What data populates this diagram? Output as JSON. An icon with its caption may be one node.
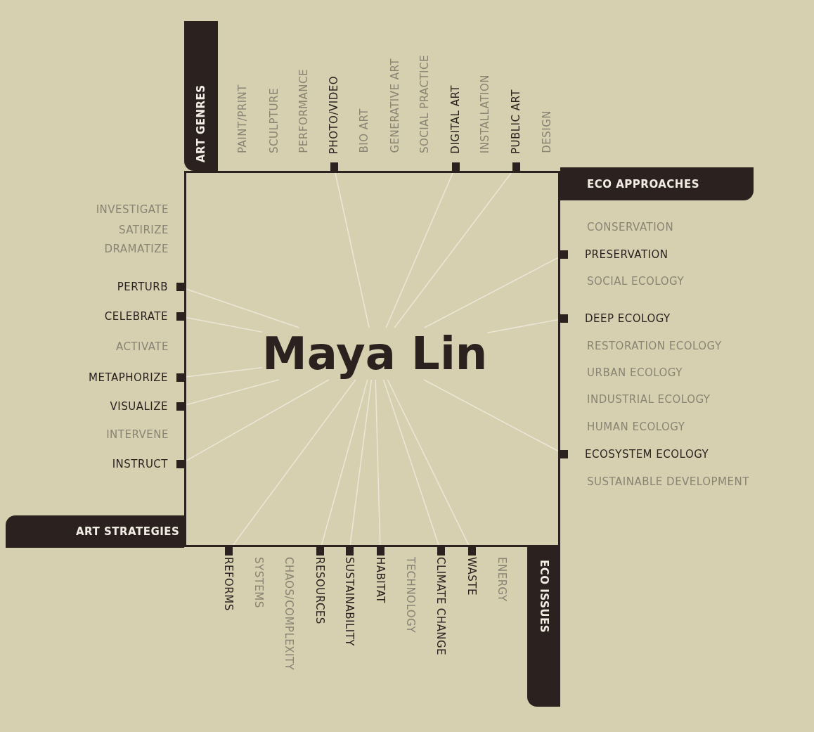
{
  "diagram": {
    "nodes": [
      {
        "text": [
          "Maya Lin"
        ]
      },
      {
        "text": [
          "ART GENRES"
        ]
      },
      {
        "text": [
          "PHOTO/VIDEO"
        ]
      },
      {
        "text": [
          "DIGITAL ART"
        ]
      },
      {
        "text": [
          "PUBLIC ART"
        ]
      },
      {
        "text": [
          "ECO APPROACHES"
        ]
      },
      {
        "text": [
          "PRESERVATION"
        ]
      },
      {
        "text": [
          "DEEP ECOLOGY"
        ]
      },
      {
        "text": [
          "ECOSYSTEM ECOLOGY"
        ]
      },
      {
        "text": [
          "ART STRATEGIES"
        ]
      },
      {
        "text": [
          "PERTURB"
        ]
      },
      {
        "text": [
          "CELEBRATE"
        ]
      },
      {
        "text": [
          "METAPHORIZE"
        ]
      },
      {
        "text": [
          "VISUALIZE"
        ]
      },
      {
        "text": [
          "INSTRUCT"
        ]
      },
      {
        "text": [
          "REFORMS"
        ]
      },
      {
        "text": [
          "RESOURCES"
        ]
      },
      {
        "text": [
          "SUSTAINABILITY"
        ]
      },
      {
        "text": [
          "HABITAT"
        ]
      },
      {
        "text": [
          "CLIMATE CHANGE"
        ]
      },
      {
        "text": [
          "WASTE"
        ]
      },
      {
        "text": [
          "ECO ISSUES"
        ]
      }
    ],
    "edges": [
      {
        "from": 0,
        "to": 2,
        "arrow": "none"
      },
      {
        "from": 0,
        "to": 3,
        "arrow": "none"
      },
      {
        "from": 0,
        "to": 4,
        "arrow": "none"
      },
      {
        "from": 0,
        "to": 6,
        "arrow": "none"
      },
      {
        "from": 0,
        "to": 7,
        "arrow": "none"
      },
      {
        "from": 0,
        "to": 8,
        "arrow": "none"
      },
      {
        "from": 0,
        "to": 10,
        "arrow": "none"
      },
      {
        "from": 0,
        "to": 11,
        "arrow": "none"
      },
      {
        "from": 0,
        "to": 12,
        "arrow": "none"
      },
      {
        "from": 0,
        "to": 13,
        "arrow": "none"
      },
      {
        "from": 0,
        "to": 14,
        "arrow": "none"
      },
      {
        "from": 0,
        "to": 15,
        "arrow": "none"
      },
      {
        "from": 0,
        "to": 16,
        "arrow": "none"
      },
      {
        "from": 0,
        "to": 17,
        "arrow": "none"
      },
      {
        "from": 0,
        "to": 18,
        "arrow": "none"
      },
      {
        "from": 0,
        "to": 19,
        "arrow": "none"
      },
      {
        "from": 0,
        "to": 20,
        "arrow": "none"
      }
    ],
    "labels": [
      "PAINT/PRINT",
      "SCULPTURE",
      "PERFORMANCE",
      "BIO ART",
      "GENERATIVE ART",
      "SOCIAL PRACTICE",
      "INSTALLATION",
      "DESIGN",
      "CONSERVATION",
      "SOCIAL ECOLOGY",
      "RESTORATION ECOLOGY",
      "URBAN ECOLOGY",
      "INDUSTRIAL ECOLOGY",
      "HUMAN ECOLOGY",
      "SUSTAINABLE DEVELOPMENT",
      "INVESTIGATE",
      "SATIRIZE",
      "DRAMATIZE",
      "ACTIVATE",
      "INTERVENE",
      "SYSTEMS",
      "CHAOS/COMPLEXITY",
      "TECHNOLOGY",
      "ENERGY"
    ]
  }
}
